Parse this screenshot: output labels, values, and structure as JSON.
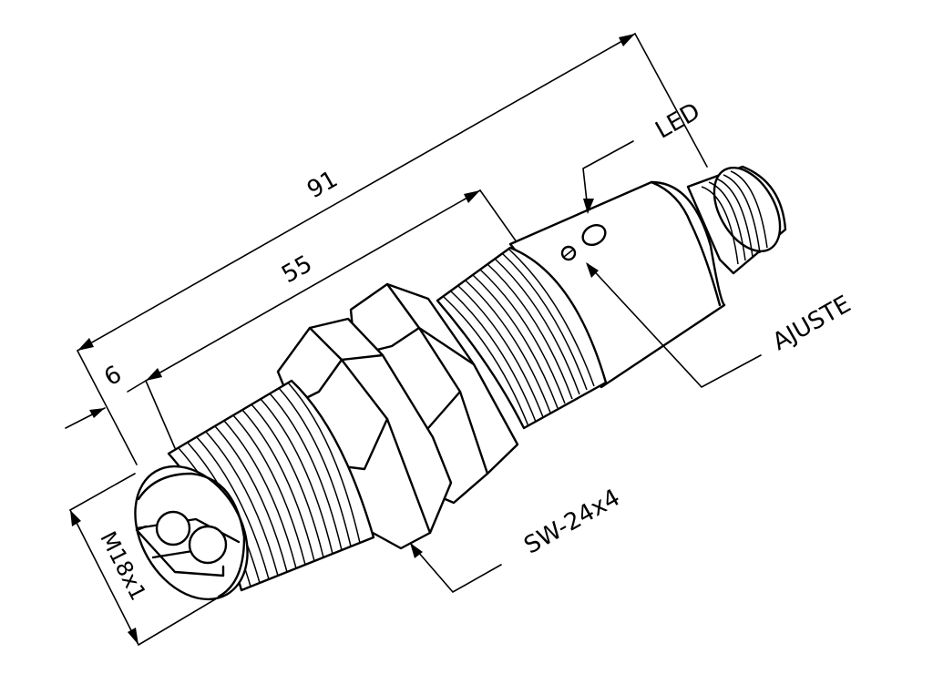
{
  "dimensions": {
    "overall_length": "91",
    "threaded_length": "55",
    "front_offset": "6",
    "thread_size": "M18x1"
  },
  "callouts": {
    "led": "LED",
    "adjust": "AJUSTE",
    "nut": "SW-24x4"
  },
  "colors": {
    "line": "#000000",
    "background": "#ffffff"
  }
}
